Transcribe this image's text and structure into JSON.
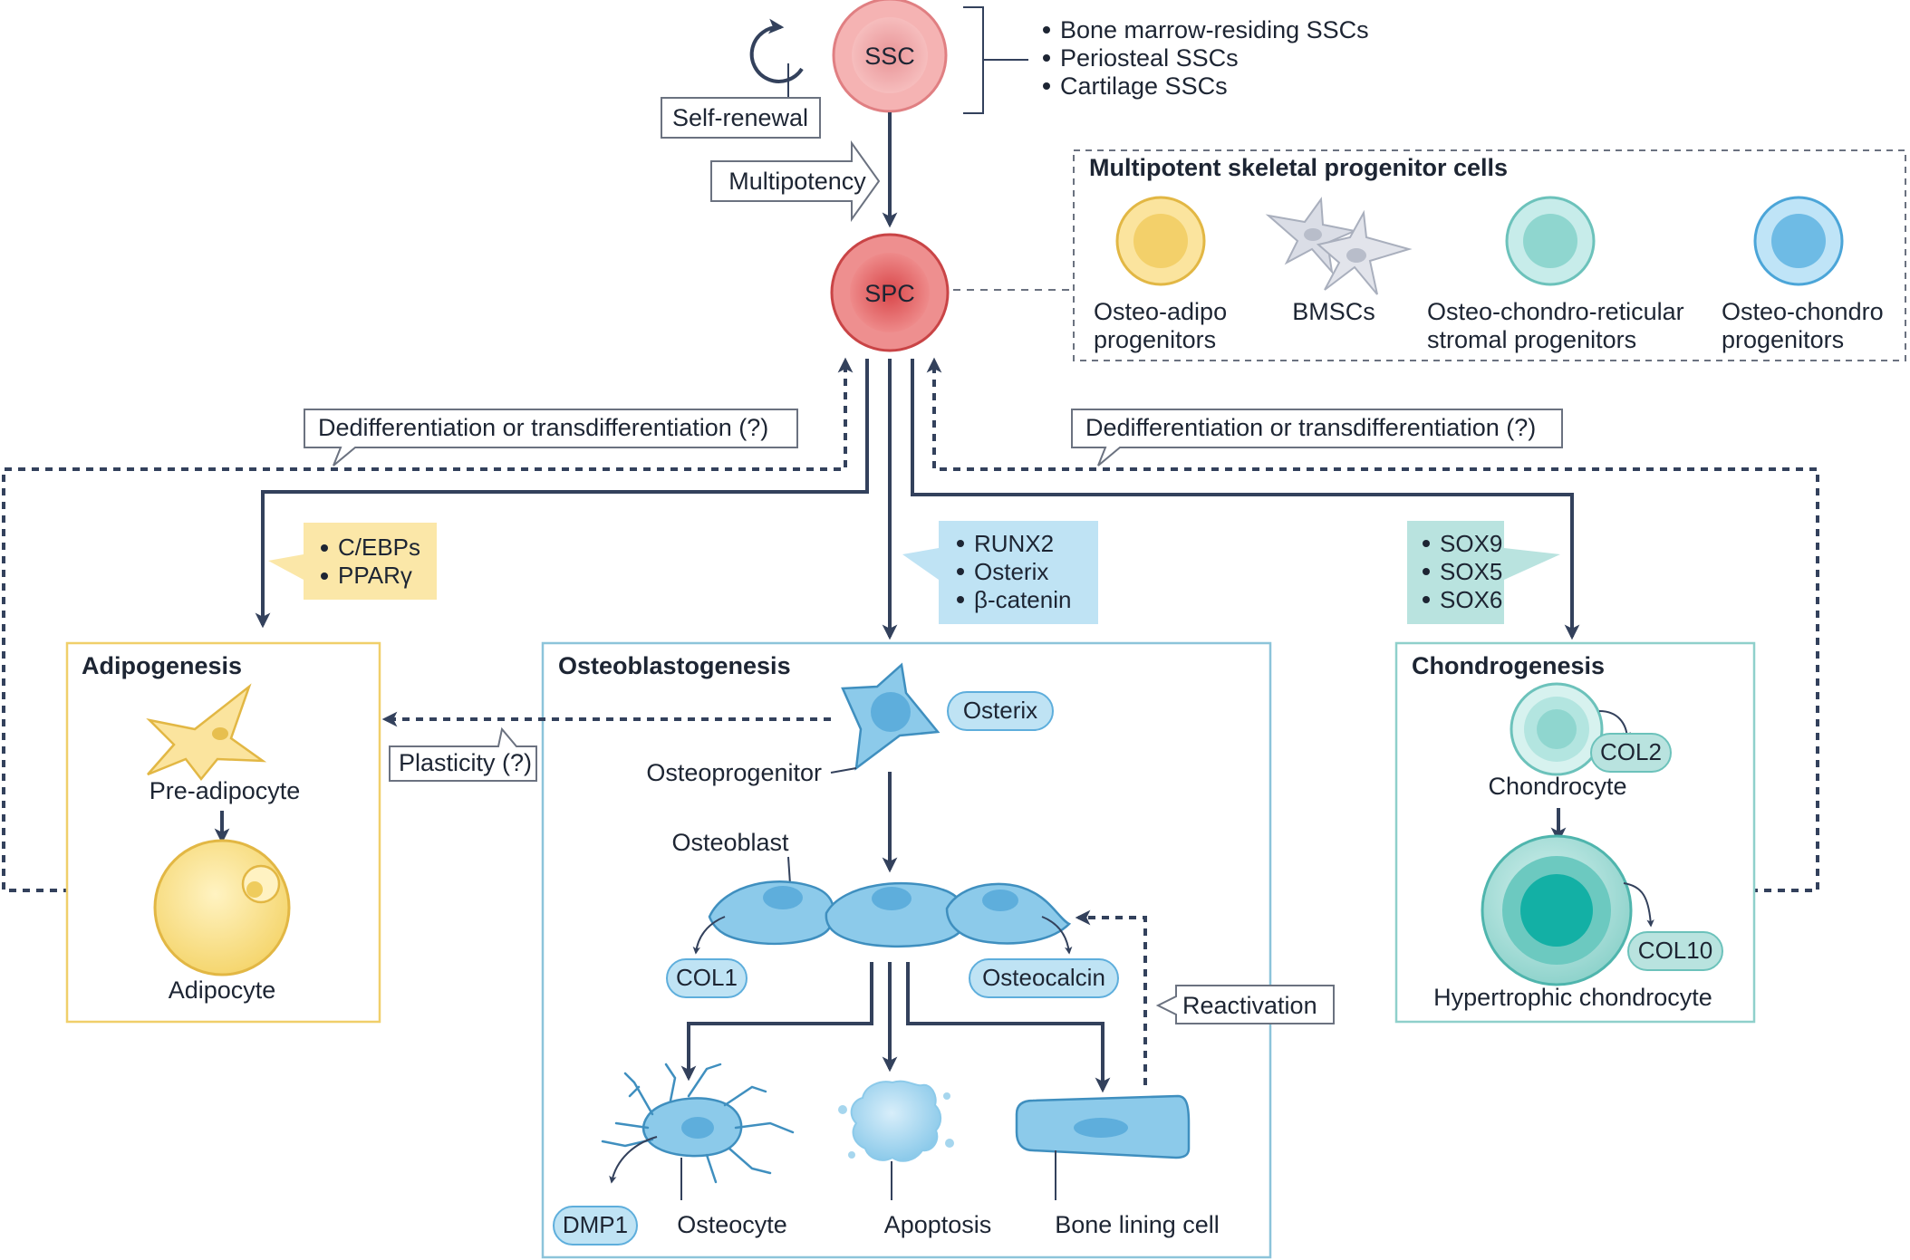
{
  "top": {
    "ssc_label": "SSC",
    "spc_label": "SPC",
    "self_renewal": "Self-renewal",
    "multipotency": "Multipotency",
    "ssc_types": [
      "Bone marrow-residing SSCs",
      "Periosteal SSCs",
      "Cartilage SSCs"
    ]
  },
  "progenitors": {
    "title": "Multipotent skeletal progenitor cells",
    "items": [
      {
        "line1": "Osteo-adipo",
        "line2": "progenitors"
      },
      {
        "line1": "BMSCs",
        "line2": ""
      },
      {
        "line1": "Osteo-chondro-reticular",
        "line2": "stromal progenitors"
      },
      {
        "line1": "Osteo-chondro",
        "line2": "progenitors"
      }
    ]
  },
  "dedifferentiation": {
    "left": "Dedifferentiation or transdifferentiation (?)",
    "right": "Dedifferentiation or transdifferentiation (?)"
  },
  "factors": {
    "adipo": [
      "C/EBPs",
      "PPARγ"
    ],
    "osteo": [
      "RUNX2",
      "Osterix",
      "β-catenin"
    ],
    "chondro": [
      "SOX9",
      "SOX5",
      "SOX6"
    ]
  },
  "adipogenesis": {
    "title": "Adipogenesis",
    "pre": "Pre-adipocyte",
    "adipocyte": "Adipocyte"
  },
  "osteoblastogenesis": {
    "title": "Osteoblastogenesis",
    "osteoprogenitor": "Osteoprogenitor",
    "osterix": "Osterix",
    "osteoblast": "Osteoblast",
    "col1": "COL1",
    "osteocalcin": "Osteocalcin",
    "reactivation": "Reactivation",
    "dmp1": "DMP1",
    "osteocyte": "Osteocyte",
    "apoptosis": "Apoptosis",
    "bone_lining": "Bone lining cell"
  },
  "plasticity": "Plasticity (?)",
  "chondrogenesis": {
    "title": "Chondrogenesis",
    "chondrocyte": "Chondrocyte",
    "col2": "COL2",
    "hypertrophic": "Hypertrophic chondrocyte",
    "col10": "COL10"
  },
  "colors": {
    "ssc": "#e8888a",
    "spc": "#d9474a",
    "adipo_box": "#f0cf6a",
    "osteo_box": "#8cc4da",
    "chondro_box": "#8fd0cb",
    "adipo_factor": "#fbe7a8",
    "osteo_factor": "#bfe3f4",
    "chondro_factor": "#b9e3df",
    "arrow": "#33415c"
  }
}
